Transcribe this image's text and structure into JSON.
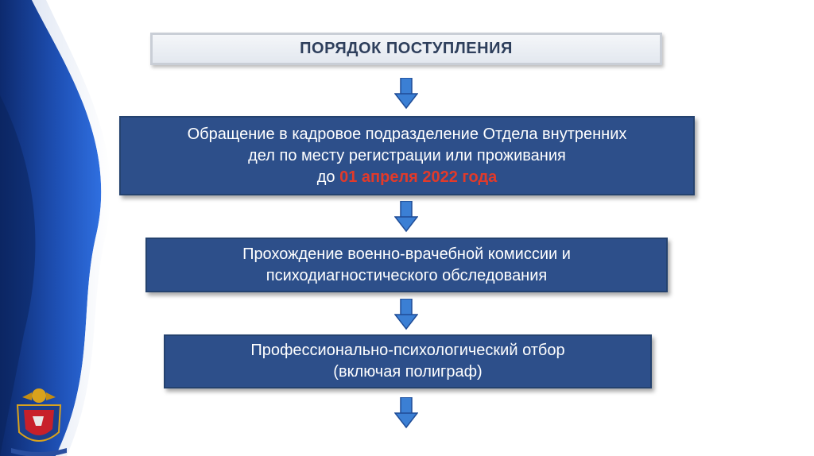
{
  "title": "ПОРЯДОК ПОСТУПЛЕНИЯ",
  "steps": [
    {
      "line1": "Обращение в кадровое подразделение Отдела внутренних",
      "line2": "дел по месту регистрации или проживания",
      "line3_prefix": "до ",
      "line3_highlight": "01 апреля 2022 года"
    },
    {
      "line1": "Прохождение военно-врачебной комиссии и",
      "line2": "психодиагностического обследования"
    },
    {
      "line1": "Профессионально-психологический отбор",
      "line2": "(включая полиграф)"
    }
  ],
  "colors": {
    "box_fill": "#2d4f8a",
    "title_text": "#2e3f5c",
    "highlight": "#e23a2a",
    "arrow": "#3b7fd4"
  },
  "icons": [
    "down-arrow-icon",
    "police-emblem-icon"
  ]
}
